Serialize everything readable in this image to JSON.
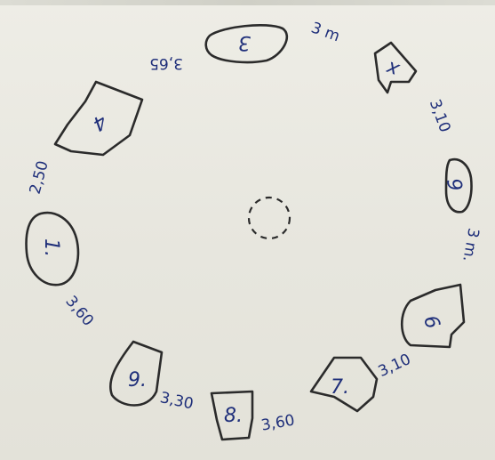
{
  "stones": [
    {
      "id": "stone-3",
      "label": "3"
    },
    {
      "id": "stone-x",
      "label": "x"
    },
    {
      "id": "stone-6-right",
      "label": "6"
    },
    {
      "id": "stone-9-right",
      "label": "9"
    },
    {
      "id": "stone-7",
      "label": "7."
    },
    {
      "id": "stone-8",
      "label": "8."
    },
    {
      "id": "stone-9-bottom",
      "label": "9."
    },
    {
      "id": "stone-1",
      "label": "1."
    },
    {
      "id": "stone-4",
      "label": "4"
    }
  ],
  "distances": [
    {
      "id": "distance-3m-top",
      "label": "3 m"
    },
    {
      "id": "distance-3-10-upper-right",
      "label": "3,10"
    },
    {
      "id": "distance-3m-right",
      "label": "3 m."
    },
    {
      "id": "distance-3-10-lower-right",
      "label": "3,10"
    },
    {
      "id": "distance-3-60-bottom",
      "label": "3,60"
    },
    {
      "id": "distance-3-30-bottom",
      "label": "3,30"
    },
    {
      "id": "distance-3-60-left",
      "label": "3,60"
    },
    {
      "id": "distance-2-50-left",
      "label": "2,50"
    },
    {
      "id": "distance-3-65-top",
      "label": "3,65"
    }
  ]
}
